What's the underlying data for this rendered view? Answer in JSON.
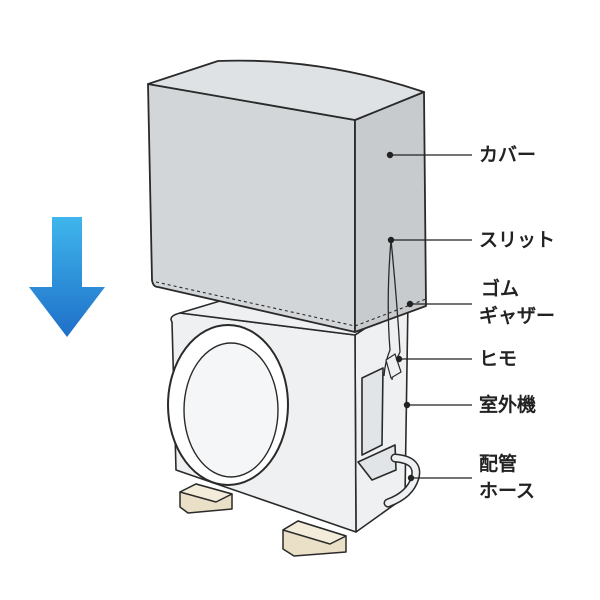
{
  "colors": {
    "arrow_top": "#3fb6ec",
    "arrow_bottom": "#1f6fc8",
    "cover_fill": "#d3d6d8",
    "unit_fill": "#eef0f1",
    "stand_fill": "#eadfc7",
    "outline": "#2a2a2a"
  },
  "diagram": {
    "direction_arrow": "down",
    "callouts": {
      "cover": "カバー",
      "slit": "スリット",
      "gather_line1": "ゴム",
      "gather_line2": "ギャザー",
      "cord": "ヒモ",
      "outdoor_unit": "室外機",
      "pipe_line1": "配管",
      "pipe_line2": "ホース"
    }
  }
}
